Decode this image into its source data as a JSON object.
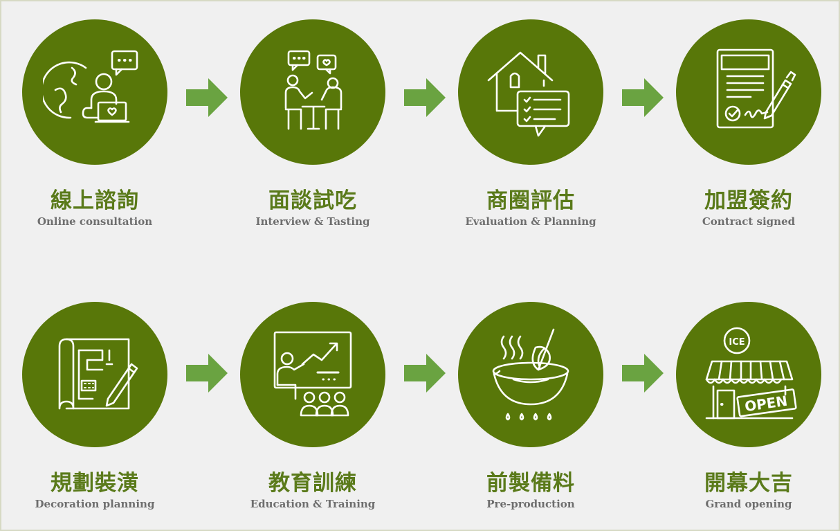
{
  "steps": [
    {
      "zh": "線上諮詢",
      "en": "Online consultation",
      "icon": "online-consultation-icon"
    },
    {
      "zh": "面談試吃",
      "en": "Interview & Tasting",
      "icon": "interview-icon"
    },
    {
      "zh": "商圈評估",
      "en": "Evaluation & Planning",
      "icon": "house-evaluation-icon"
    },
    {
      "zh": "加盟簽約",
      "en": "Contract signed",
      "icon": "contract-icon"
    },
    {
      "zh": "規劃裝潢",
      "en": "Decoration planning",
      "icon": "blueprint-icon"
    },
    {
      "zh": "教育訓練",
      "en": "Education & Training",
      "icon": "training-icon"
    },
    {
      "zh": "前製備料",
      "en": "Pre-production",
      "icon": "mixing-bowl-icon"
    },
    {
      "zh": "開幕大吉",
      "en": "Grand opening",
      "icon": "open-store-icon"
    }
  ],
  "icon_text": {
    "ice": "ICE",
    "open": "OPEN"
  },
  "colors": {
    "circle": "#587709",
    "arrow": "#6aa341",
    "title_zh": "#5a7a1a",
    "title_en": "#6e6e6e",
    "background": "#f0f0f0"
  }
}
